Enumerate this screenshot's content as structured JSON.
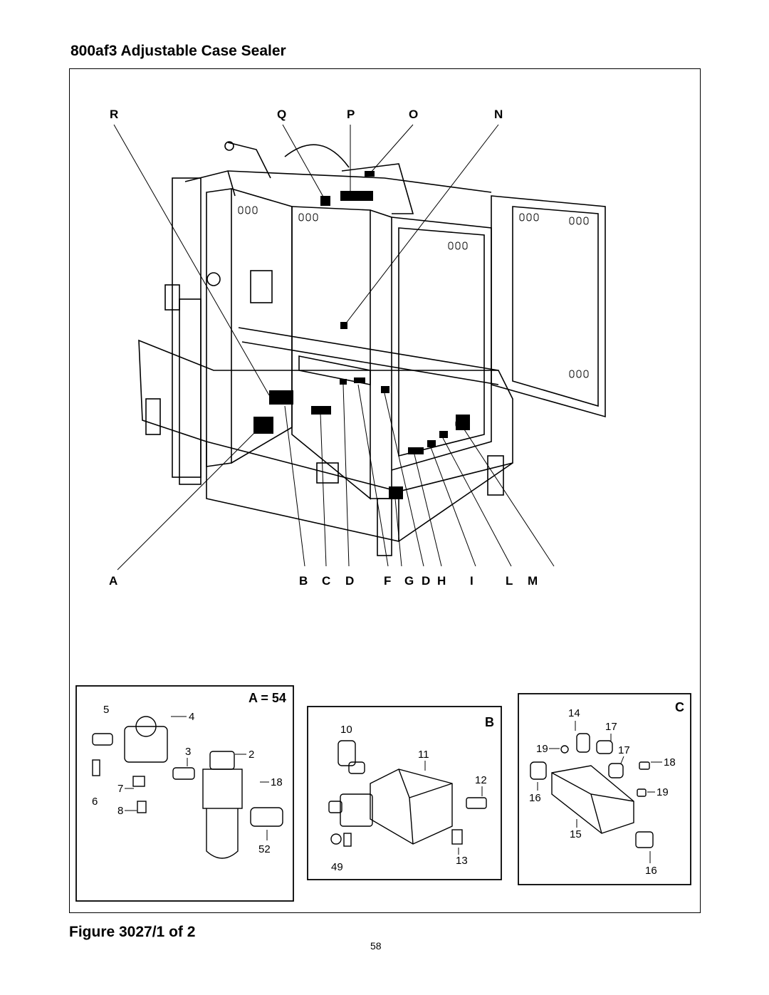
{
  "page": {
    "title": "800af3 Adjustable Case Sealer",
    "caption": "Figure 3027/1 of 2",
    "page_number": "58"
  },
  "main_figure": {
    "top_callouts": [
      "R",
      "Q",
      "P",
      "O",
      "N"
    ],
    "bottom_callouts": [
      "A",
      "B",
      "C",
      "D",
      "F",
      "G",
      "D",
      "H",
      "I",
      "L",
      "M"
    ]
  },
  "detail_a": {
    "label": "A = 54",
    "part_numbers": [
      "5",
      "4",
      "3",
      "2",
      "18",
      "7",
      "6",
      "8",
      "52"
    ]
  },
  "detail_b": {
    "label": "B",
    "part_numbers": [
      "10",
      "11",
      "12",
      "49",
      "13"
    ]
  },
  "detail_c": {
    "label": "C",
    "part_numbers": [
      "14",
      "17",
      "19",
      "17",
      "18",
      "16",
      "19",
      "15",
      "16"
    ]
  }
}
